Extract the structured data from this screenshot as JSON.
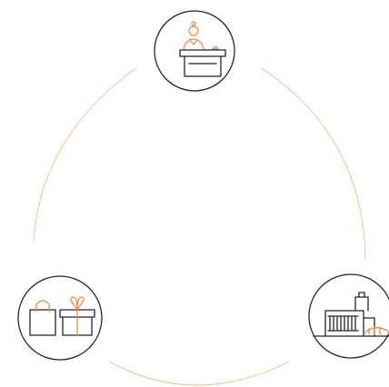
{
  "colors": {
    "accent": "#f08a3c",
    "outline": "#1f2135",
    "background": "#ffffff",
    "ring": "#f6b68a"
  },
  "nodes": [
    {
      "id": "reception",
      "icon": "reception-desk-icon"
    },
    {
      "id": "shopping-gifts",
      "icon": "shopping-bag-gift-box-icon"
    },
    {
      "id": "factory",
      "icon": "factory-building-icon"
    }
  ]
}
